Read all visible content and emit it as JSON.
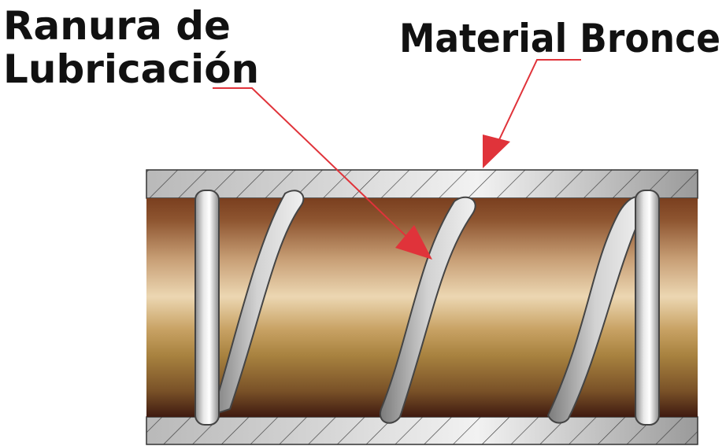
{
  "labels": {
    "groove_line1": "Ranura de",
    "groove_line2": "Lubricación",
    "material": "Material Bronce"
  },
  "colors": {
    "arrow": "#e0333a",
    "bronze_dark": "#5a2d16",
    "bronze_light": "#ead3ad",
    "groove_metal": "#b8b8b8",
    "hatch": "#3a3a3a"
  }
}
